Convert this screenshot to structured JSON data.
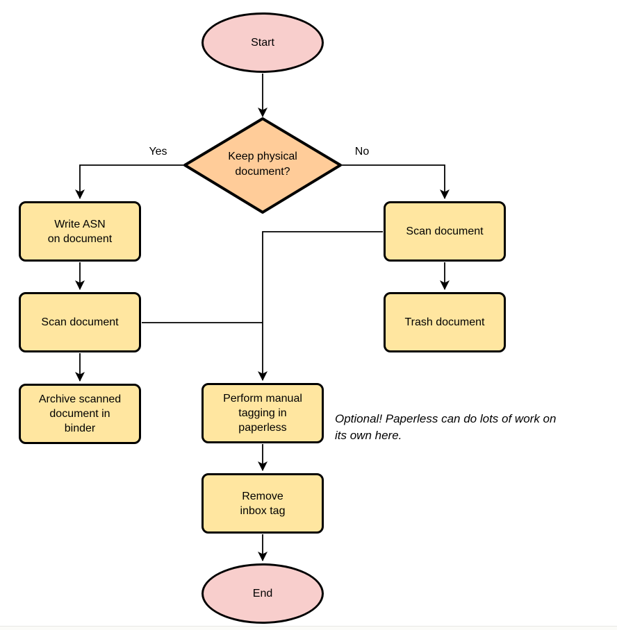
{
  "diagram": {
    "type": "flowchart",
    "colors": {
      "terminal_fill": "#f8cecc",
      "decision_fill": "#ffcc99",
      "process_fill": "#ffe6a0",
      "stroke": "#000000",
      "text": "#000000"
    },
    "nodes": {
      "start": {
        "label": "Start",
        "shape": "ellipse"
      },
      "decision": {
        "label": "Keep physical\ndocument?",
        "shape": "diamond"
      },
      "write_asn": {
        "label": "Write ASN\non document",
        "shape": "process"
      },
      "scan_left": {
        "label": "Scan document",
        "shape": "process"
      },
      "archive": {
        "label": "Archive scanned\ndocument in\nbinder",
        "shape": "process"
      },
      "scan_right": {
        "label": "Scan document",
        "shape": "process"
      },
      "trash": {
        "label": "Trash document",
        "shape": "process"
      },
      "tagging": {
        "label": "Perform manual\ntagging in\npaperless",
        "shape": "process"
      },
      "remove_inbox": {
        "label": "Remove\ninbox tag",
        "shape": "process"
      },
      "end": {
        "label": "End",
        "shape": "ellipse"
      }
    },
    "edge_labels": {
      "yes": "Yes",
      "no": "No"
    },
    "annotation": "Optional! Paperless can do lots of work on\nits own here."
  }
}
